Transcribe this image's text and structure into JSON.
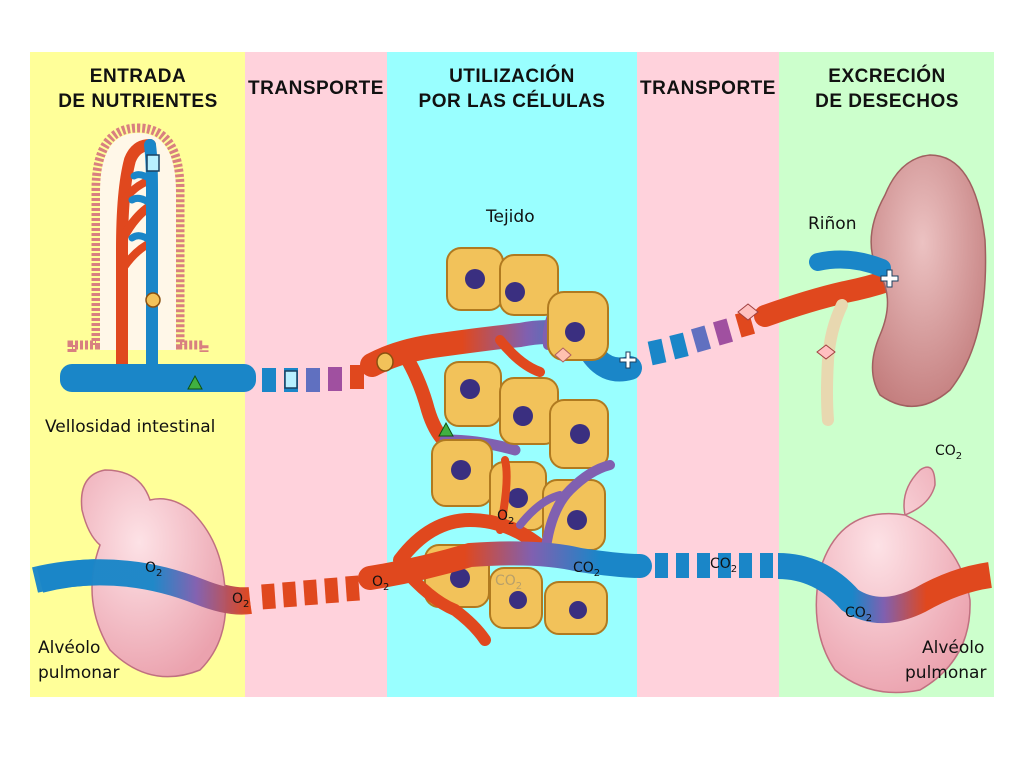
{
  "columns": [
    {
      "id": "entrada",
      "line1": "ENTRADA",
      "line2": "DE NUTRIENTES",
      "color": "#ffff99"
    },
    {
      "id": "transporte-1",
      "line1": "TRANSPORTE",
      "line2": "",
      "color": "#ffd2dc"
    },
    {
      "id": "utilizacion",
      "line1": "UTILIZACIÓN",
      "line2": "POR LAS CÉLULAS",
      "color": "#99ffff"
    },
    {
      "id": "transporte-2",
      "line1": "TRANSPORTE",
      "line2": "",
      "color": "#ffd2dc"
    },
    {
      "id": "excrecion",
      "line1": "EXCRECIÓN",
      "line2": "DE DESECHOS",
      "color": "#ccffcc"
    }
  ],
  "labels": {
    "tejido": "Tejido",
    "rinon": "Riñon",
    "vellosidad": "Vellosidad intestinal",
    "alveolo_left_1": "Alvéolo",
    "alveolo_left_2": "pulmonar",
    "alveolo_right_1": "Alvéolo",
    "alveolo_right_2": "pulmonar"
  },
  "chem": {
    "o2_base": "O",
    "co2_base": "CO",
    "subscript": "2"
  },
  "colors": {
    "artery": "#e0481e",
    "vein": "#1a86c8",
    "mixed": "#8060b0",
    "cell_fill": "#f2c25a",
    "cell_border": "#b07a20",
    "nucleus": "#3a2f80",
    "alveolus": "#f6c0c8",
    "kidney": "#d8a0a0",
    "ureter": "#e8d8b0"
  }
}
